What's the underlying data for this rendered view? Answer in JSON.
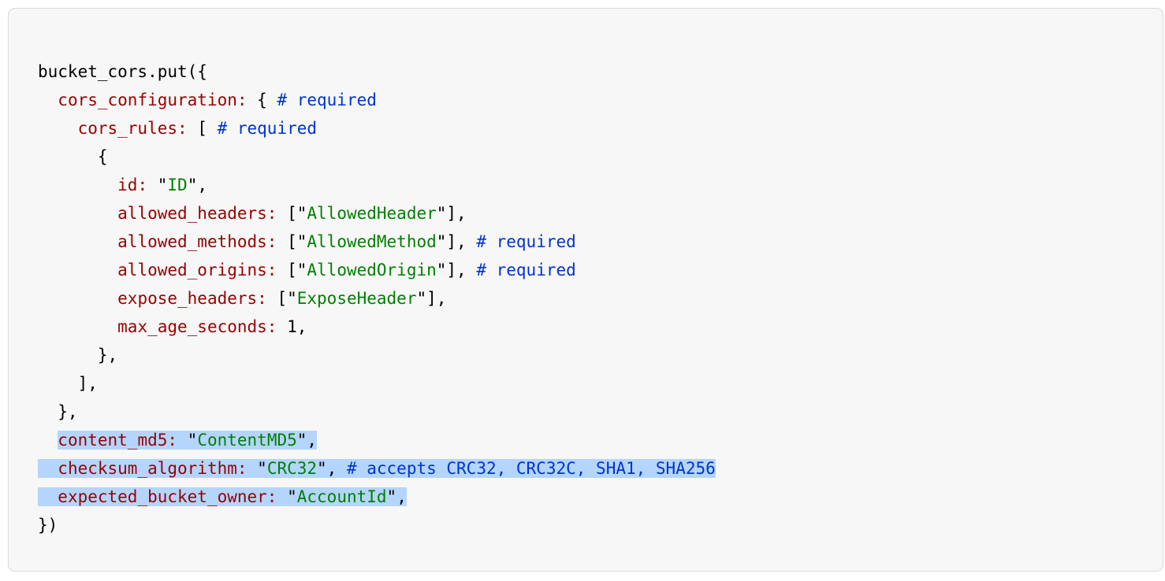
{
  "colors": {
    "page_bg": "#ffffff",
    "block_bg": "#f7f7f7",
    "block_border": "#d9d9d9",
    "plain": "#000000",
    "key": "#990000",
    "string": "#008000",
    "comment": "#0033cc",
    "number": "#000000",
    "selection": "#b4d5fd"
  },
  "code": {
    "lines": [
      {
        "tokens": [
          {
            "t": "bucket_cors.put({",
            "c": "plain"
          }
        ]
      },
      {
        "tokens": [
          {
            "t": "  ",
            "c": "plain"
          },
          {
            "t": "cors_configuration:",
            "c": "key"
          },
          {
            "t": " { ",
            "c": "plain"
          },
          {
            "t": "# required",
            "c": "comment"
          }
        ]
      },
      {
        "tokens": [
          {
            "t": "    ",
            "c": "plain"
          },
          {
            "t": "cors_rules:",
            "c": "key"
          },
          {
            "t": " [ ",
            "c": "plain"
          },
          {
            "t": "# required",
            "c": "comment"
          }
        ]
      },
      {
        "tokens": [
          {
            "t": "      {",
            "c": "plain"
          }
        ]
      },
      {
        "tokens": [
          {
            "t": "        ",
            "c": "plain"
          },
          {
            "t": "id:",
            "c": "key"
          },
          {
            "t": " \"",
            "c": "plain"
          },
          {
            "t": "ID",
            "c": "string"
          },
          {
            "t": "\",",
            "c": "plain"
          }
        ]
      },
      {
        "tokens": [
          {
            "t": "        ",
            "c": "plain"
          },
          {
            "t": "allowed_headers:",
            "c": "key"
          },
          {
            "t": " [\"",
            "c": "plain"
          },
          {
            "t": "AllowedHeader",
            "c": "string"
          },
          {
            "t": "\"],",
            "c": "plain"
          }
        ]
      },
      {
        "tokens": [
          {
            "t": "        ",
            "c": "plain"
          },
          {
            "t": "allowed_methods:",
            "c": "key"
          },
          {
            "t": " [\"",
            "c": "plain"
          },
          {
            "t": "AllowedMethod",
            "c": "string"
          },
          {
            "t": "\"], ",
            "c": "plain"
          },
          {
            "t": "# required",
            "c": "comment"
          }
        ]
      },
      {
        "tokens": [
          {
            "t": "        ",
            "c": "plain"
          },
          {
            "t": "allowed_origins:",
            "c": "key"
          },
          {
            "t": " [\"",
            "c": "plain"
          },
          {
            "t": "AllowedOrigin",
            "c": "string"
          },
          {
            "t": "\"], ",
            "c": "plain"
          },
          {
            "t": "# required",
            "c": "comment"
          }
        ]
      },
      {
        "tokens": [
          {
            "t": "        ",
            "c": "plain"
          },
          {
            "t": "expose_headers:",
            "c": "key"
          },
          {
            "t": " [\"",
            "c": "plain"
          },
          {
            "t": "ExposeHeader",
            "c": "string"
          },
          {
            "t": "\"],",
            "c": "plain"
          }
        ]
      },
      {
        "tokens": [
          {
            "t": "        ",
            "c": "plain"
          },
          {
            "t": "max_age_seconds:",
            "c": "key"
          },
          {
            "t": " ",
            "c": "plain"
          },
          {
            "t": "1",
            "c": "number"
          },
          {
            "t": ",",
            "c": "plain"
          }
        ]
      },
      {
        "tokens": [
          {
            "t": "      },",
            "c": "plain"
          }
        ]
      },
      {
        "tokens": [
          {
            "t": "    ],",
            "c": "plain"
          }
        ]
      },
      {
        "tokens": [
          {
            "t": "  },",
            "c": "plain"
          }
        ]
      },
      {
        "tokens": [
          {
            "t": "  ",
            "c": "plain"
          },
          {
            "t": "content_md5:",
            "c": "key",
            "sel": true
          },
          {
            "t": " \"",
            "c": "plain",
            "sel": true
          },
          {
            "t": "ContentMD5",
            "c": "string",
            "sel": true
          },
          {
            "t": "\",",
            "c": "plain",
            "sel": true
          }
        ]
      },
      {
        "tokens": [
          {
            "t": "  ",
            "c": "plain",
            "sel": true
          },
          {
            "t": "checksum_algorithm:",
            "c": "key",
            "sel": true
          },
          {
            "t": " \"",
            "c": "plain",
            "sel": true
          },
          {
            "t": "CRC32",
            "c": "string",
            "sel": true
          },
          {
            "t": "\", ",
            "c": "plain",
            "sel": true
          },
          {
            "t": "# accepts CRC32, CRC32C, SHA1, SHA256",
            "c": "comment",
            "sel": true
          }
        ]
      },
      {
        "tokens": [
          {
            "t": "  ",
            "c": "plain",
            "sel": true
          },
          {
            "t": "expected_bucket_owner:",
            "c": "key",
            "sel": true
          },
          {
            "t": " \"",
            "c": "plain",
            "sel": true
          },
          {
            "t": "AccountId",
            "c": "string",
            "sel": true
          },
          {
            "t": "\",",
            "c": "plain",
            "sel": true
          }
        ]
      },
      {
        "tokens": [
          {
            "t": "})",
            "c": "plain"
          }
        ]
      }
    ]
  }
}
